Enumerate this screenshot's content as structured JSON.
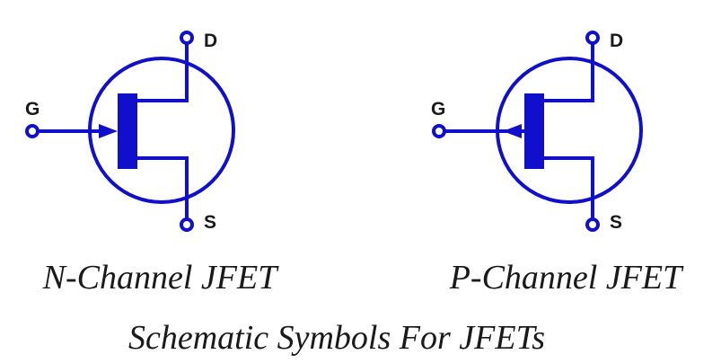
{
  "colors": {
    "symbol": "#1010cc",
    "text": "#1a1a1a",
    "background": "#ffffff"
  },
  "n_channel": {
    "gate_label": "G",
    "drain_label": "D",
    "source_label": "S",
    "caption": "N-Channel JFET",
    "arrow_direction": "inward"
  },
  "p_channel": {
    "gate_label": "G",
    "drain_label": "D",
    "source_label": "S",
    "caption": "P-Channel JFET",
    "arrow_direction": "outward"
  },
  "title": "Schematic Symbols For JFETs"
}
